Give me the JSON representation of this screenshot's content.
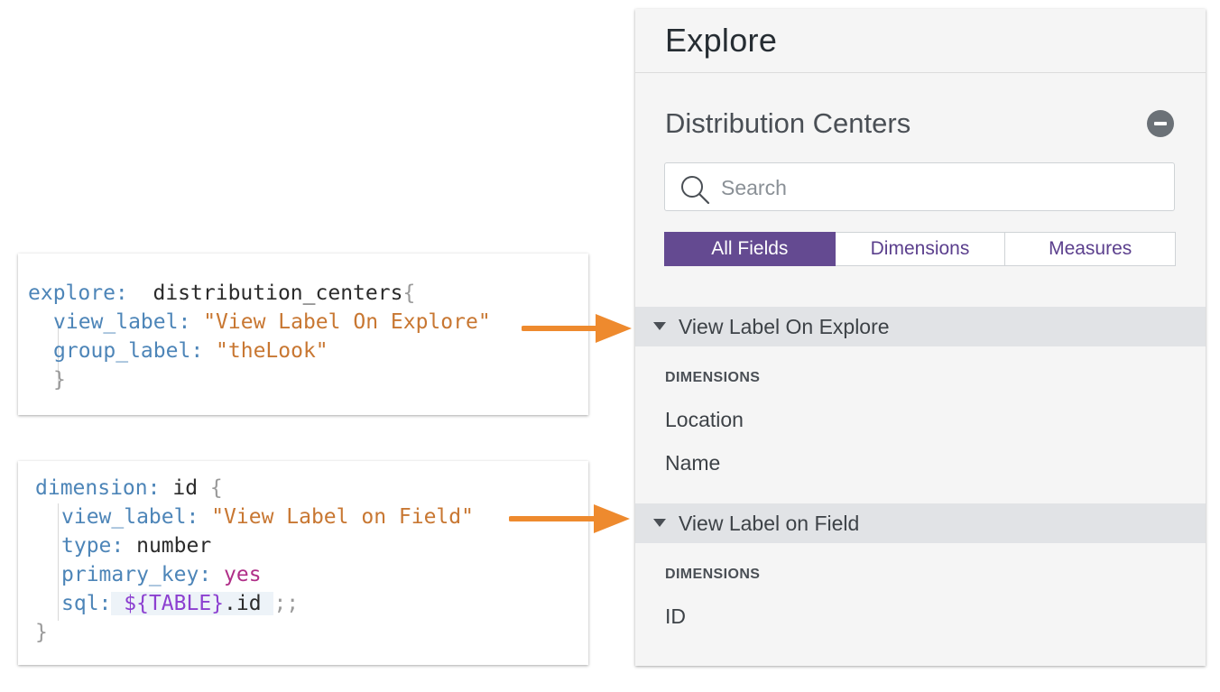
{
  "code_block_1": {
    "line1": {
      "key": "explore:",
      "value": "distribution_centers",
      "brace": "{"
    },
    "line2": {
      "key": "view_label:",
      "value": "\"View Label On Explore\""
    },
    "line3": {
      "key": "group_label:",
      "value": "\"theLook\""
    },
    "line4": {
      "brace": "}"
    }
  },
  "code_block_2": {
    "line1": {
      "key": "dimension:",
      "value": "id",
      "brace": "{"
    },
    "line2": {
      "key": "view_label:",
      "value": "\"View Label on Field\""
    },
    "line3": {
      "key": "type:",
      "value": "number"
    },
    "line4": {
      "key": "primary_key:",
      "value": "yes"
    },
    "line5": {
      "key": "sql:",
      "var": "${TABLE}",
      "suffix": ".id",
      "end": ";;"
    },
    "line6": {
      "brace": "}"
    }
  },
  "panel": {
    "title": "Explore",
    "view_title": "Distribution Centers",
    "search": {
      "placeholder": "Search"
    },
    "tabs": [
      "All Fields",
      "Dimensions",
      "Measures"
    ],
    "groups": [
      {
        "label": "View Label On Explore",
        "section": "DIMENSIONS",
        "fields": [
          "Location",
          "Name"
        ]
      },
      {
        "label": "View Label on Field",
        "section": "DIMENSIONS",
        "fields": [
          "ID"
        ]
      }
    ]
  },
  "colors": {
    "accent_purple": "#644a91",
    "arrow_orange": "#ee8a2e",
    "code_key_blue": "#4d85b8",
    "code_string_orange": "#c87732",
    "code_bool_magenta": "#b02f88"
  },
  "icons": {
    "search": "search-icon",
    "collapse": "minus-circle-icon",
    "group_toggle": "caret-down-icon"
  }
}
